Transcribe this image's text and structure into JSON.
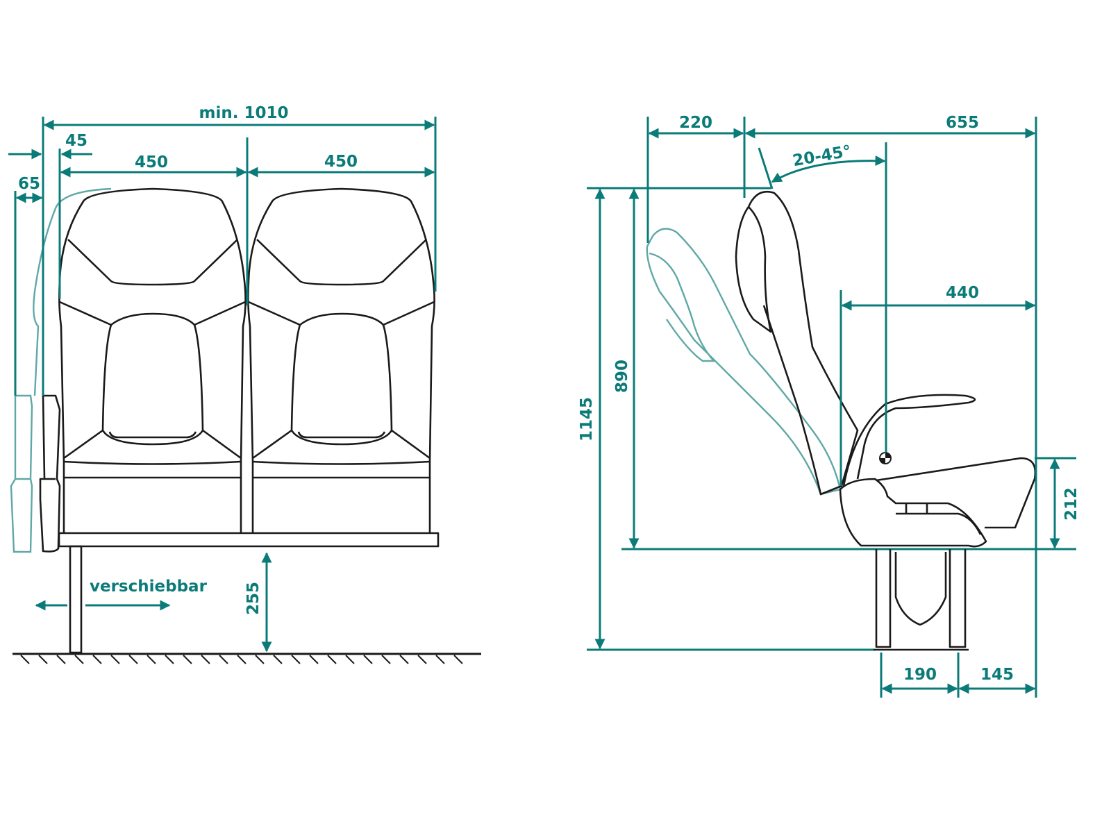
{
  "colors": {
    "dimension": "#0a7b78",
    "outline": "#1a1a1a",
    "ghost": "#5fa8a6"
  },
  "front_view": {
    "total_width": "min. 1010",
    "offset_45": "45",
    "offset_65": "65",
    "seat_width_left": "450",
    "seat_width_right": "450",
    "height_from_floor": "255",
    "slide_label": "verschiebbar"
  },
  "side_view": {
    "depth_220": "220",
    "depth_655": "655",
    "recline_angle": "20-45°",
    "depth_440": "440",
    "height_1145": "1145",
    "height_890": "890",
    "height_212": "212",
    "base_190": "190",
    "base_145": "145"
  }
}
